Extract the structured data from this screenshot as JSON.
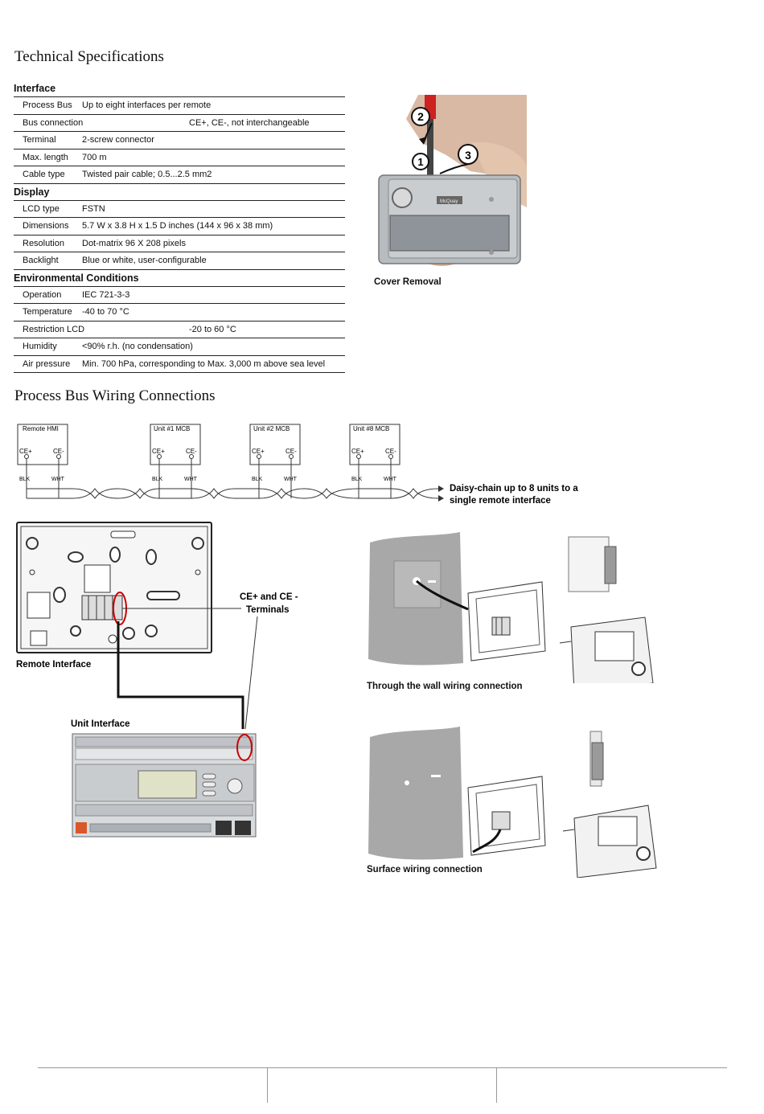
{
  "tech_specs": {
    "title": "Technical Specifications",
    "sections": [
      {
        "title": "Interface",
        "rows": [
          {
            "key": "Process Bus",
            "value": "Up to eight interfaces per remote"
          },
          {
            "key": "Bus connection",
            "value": "CE+, CE-, not interchangeable"
          },
          {
            "key": "Terminal",
            "value": "2-screw connector"
          },
          {
            "key": "Max. length",
            "value": "700 m"
          },
          {
            "key": "Cable type",
            "value": "Twisted pair cable; 0.5...2.5 mm2"
          }
        ]
      },
      {
        "title": "Display",
        "rows": [
          {
            "key": "LCD type",
            "value": "FSTN"
          },
          {
            "key": "Dimensions",
            "value": "5.7 W x 3.8 H x 1.5 D inches (144 x 96 x 38 mm)"
          },
          {
            "key": "Resolution",
            "value": "Dot-matrix 96 X 208 pixels"
          },
          {
            "key": "Backlight",
            "value": "Blue or white, user-configurable"
          }
        ]
      },
      {
        "title": "Environmental Conditions",
        "rows": [
          {
            "key": "Operation",
            "value": "IEC 721-3-3"
          },
          {
            "key": "Temperature",
            "value": "-40 to 70 °C"
          },
          {
            "key": "Restriction LCD",
            "value": "-20 to 60 °C"
          },
          {
            "key": "Humidity",
            "value": "<90% r.h. (no condensation)"
          },
          {
            "key": "Air pressure",
            "value": "Min. 700 hPa, corresponding to Max. 3,000 m above sea level"
          }
        ]
      }
    ]
  },
  "cover_removal": {
    "caption": "Cover Removal",
    "steps": [
      "1",
      "2",
      "3"
    ],
    "brand": "McQuay"
  },
  "wiring": {
    "title": "Process Bus Wiring Connections",
    "boxes": [
      {
        "label": "Remote HMI",
        "plus": "CE+",
        "minus": "CE-",
        "blk": "BLK",
        "wht": "WHT"
      },
      {
        "label": "Unit #1 MCB",
        "plus": "CE+",
        "minus": "CE-",
        "blk": "BLK",
        "wht": "WHT"
      },
      {
        "label": "Unit #2 MCB",
        "plus": "CE+",
        "minus": "CE-",
        "blk": "BLK",
        "wht": "WHT"
      },
      {
        "label": "Unit #8 MCB",
        "plus": "CE+",
        "minus": "CE-",
        "blk": "BLK",
        "wht": "WHT"
      }
    ],
    "daisy_line1": "Daisy-chain up to 8 units to a",
    "daisy_line2": "single remote interface",
    "terminals_line1": "CE+ and CE -",
    "terminals_line2": "Terminals",
    "remote_interface": "Remote Interface",
    "unit_interface": "Unit Interface",
    "through_wall": "Through the wall wiring connection",
    "surface": "Surface wiring connection"
  }
}
